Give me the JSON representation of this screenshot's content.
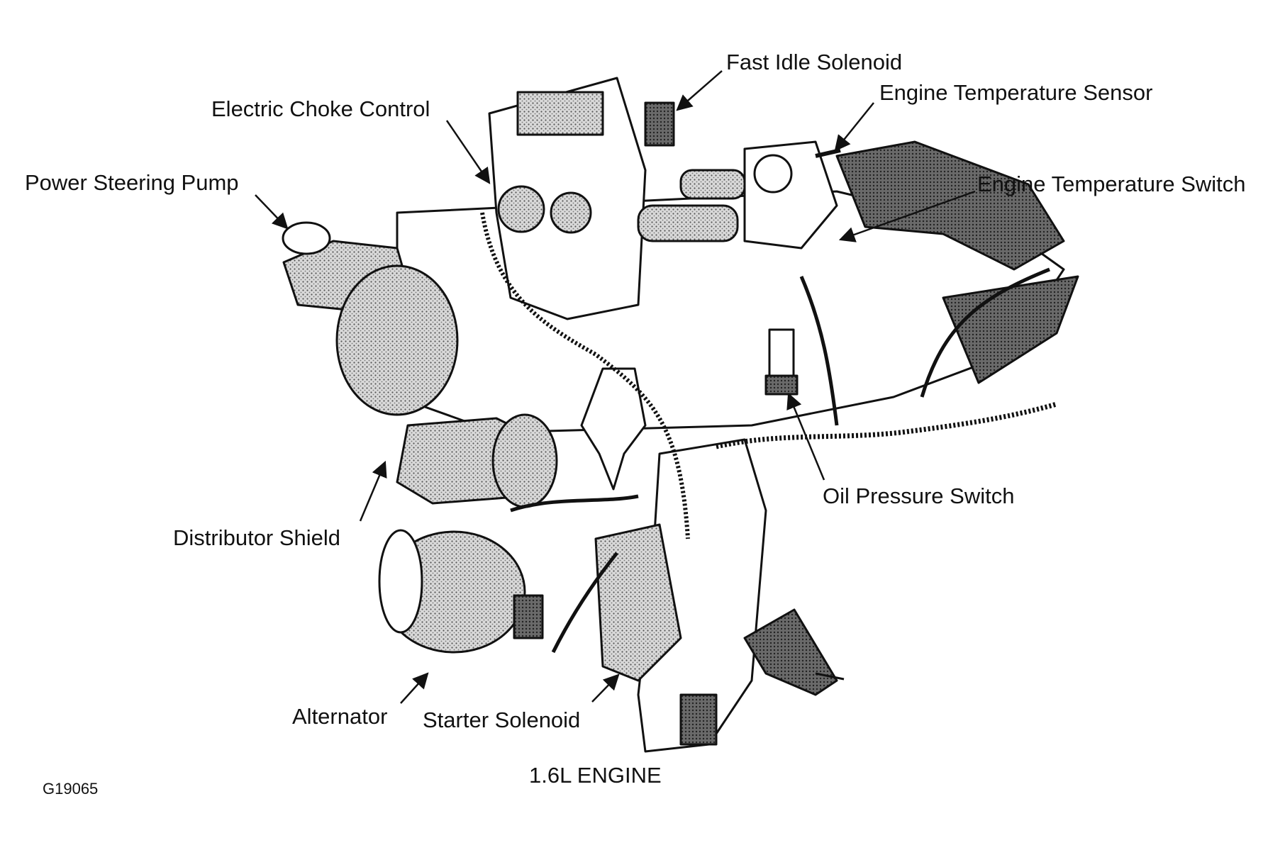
{
  "labels": {
    "fast_idle_solenoid": "Fast Idle Solenoid",
    "engine_temperature_sensor": "Engine Temperature Sensor",
    "electric_choke_control": "Electric Choke Control",
    "power_steering_pump": "Power Steering Pump",
    "engine_temperature_switch": "Engine Temperature Switch",
    "oil_pressure_switch": "Oil Pressure Switch",
    "distributor_shield": "Distributor Shield",
    "alternator": "Alternator",
    "starter_solenoid": "Starter Solenoid"
  },
  "caption": "1.6L ENGINE",
  "figure_id": "G19065",
  "colors": {
    "ink": "#111111",
    "shade": "#9a9a9a",
    "paper": "#ffffff"
  }
}
